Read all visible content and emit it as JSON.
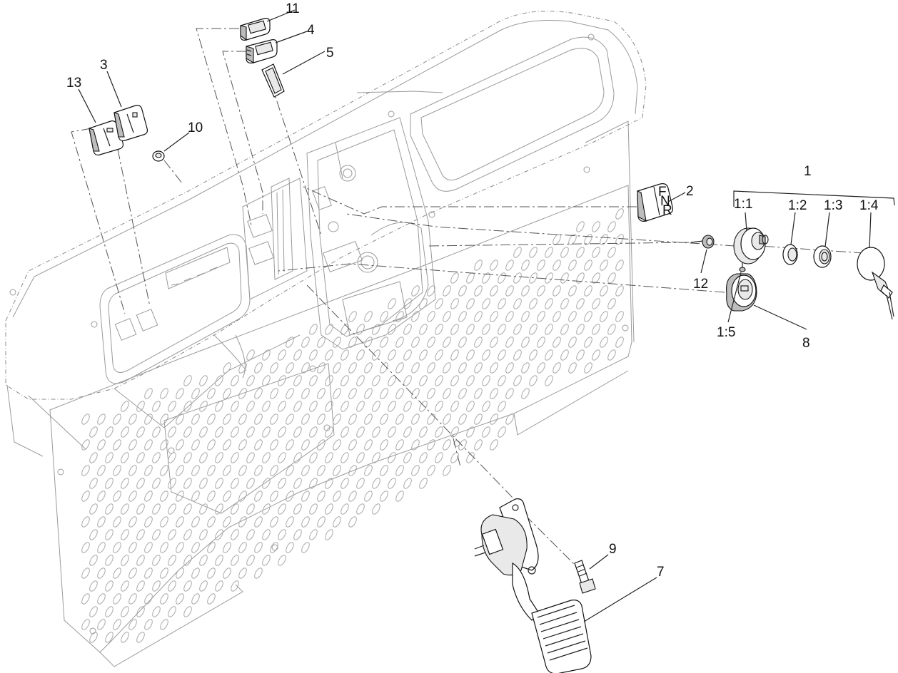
{
  "diagram": {
    "callouts": {
      "c1": "1",
      "c1_1": "1:1",
      "c1_2": "1:2",
      "c1_3": "1:3",
      "c1_4": "1:4",
      "c1_5": "1:5",
      "c2": "2",
      "c3": "3",
      "c4": "4",
      "c5": "5",
      "c7": "7",
      "c8": "8",
      "c9": "9",
      "c10": "10",
      "c11": "11",
      "c12": "12",
      "c13": "13"
    },
    "switch_2_letters": {
      "f": "F",
      "n": "N",
      "r": "R"
    },
    "icon_names": [
      "dash-panel",
      "floor-plate",
      "accelerator-pedal",
      "ignition-switch",
      "usb-outlet",
      "rocker-switch"
    ]
  }
}
